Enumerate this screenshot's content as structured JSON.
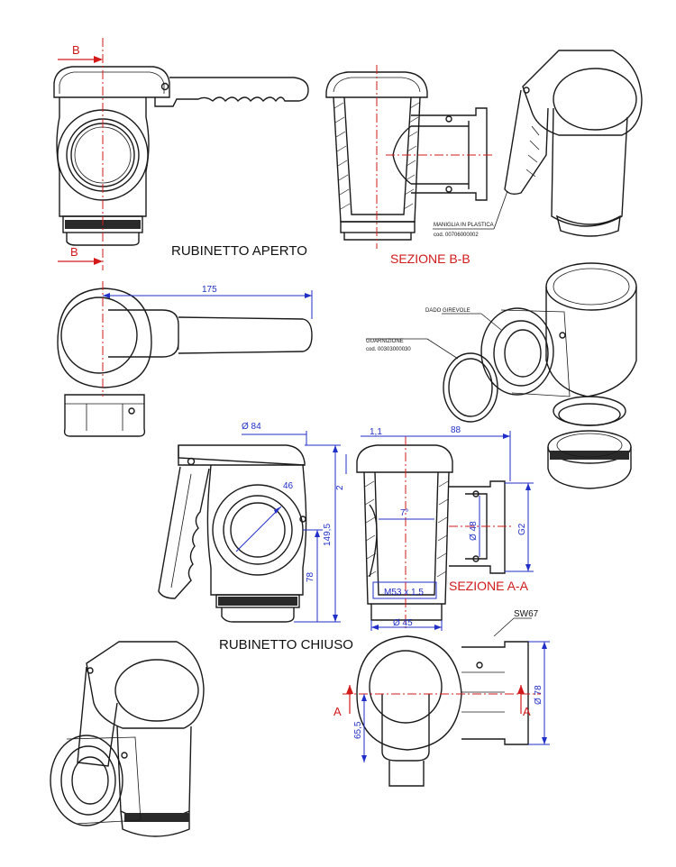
{
  "labels": {
    "open_tap": "RUBINETTO APERTO",
    "closed_tap": "RUBINETTO CHIUSO",
    "section_bb": "SEZIONE B-B",
    "section_aa": "SEZIONE A-A",
    "handle_note_1": "MANIGLIA IN PLASTICA",
    "handle_note_2": "cod. 00706000002",
    "nut_note": "DADO GIREVOLE",
    "gasket_note_1": "GUARNIZIONE",
    "gasket_note_2": "cod. 00303000030",
    "section_mark_b": "B",
    "section_mark_a": "A",
    "sw": "SW67"
  },
  "dimensions": {
    "handle_length": "175",
    "top_diameter": "Ø 84",
    "bore_diameter": "46",
    "total_height": "149,5",
    "axis_height": "78",
    "offset_small": "2",
    "offset_small_2": "1,1",
    "outlet_reach": "88",
    "taper": "7°",
    "outlet_inner": "Ø 48",
    "outlet_thread": "G2",
    "bottom_thread": "M53 x 1,5",
    "bottom_diameter": "Ø 45",
    "side_diameter": "Ø 78",
    "side_height": "65,5"
  },
  "colors": {
    "outline": "#1a1a1a",
    "centerline": "#d21a1a",
    "dimension": "#1f2fc8"
  }
}
